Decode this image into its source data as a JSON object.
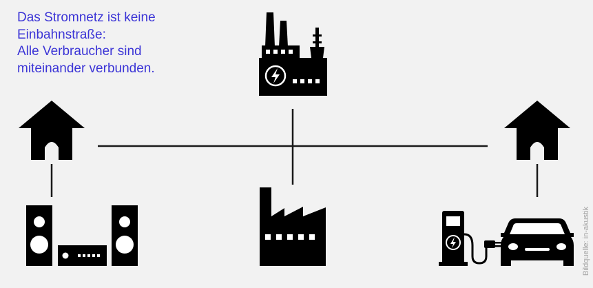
{
  "headline": {
    "lines": [
      "Das Stromnetz ist keine",
      "Einbahnstraße:",
      "Alle Verbraucher sind",
      "miteinander verbunden."
    ],
    "color": "#3b34d6"
  },
  "credit": "Bildquelle: in-akustik",
  "icons": {
    "house_left": "house-icon",
    "hifi": "stereo-system-icon",
    "power_plant": "power-plant-icon",
    "factory": "factory-icon",
    "house_right": "house-icon",
    "ev_charger": "ev-charging-station-icon",
    "car": "electric-car-icon"
  },
  "colors": {
    "background": "#f2f2f2",
    "icons": "#000000",
    "lines": "#1a1a1a"
  }
}
